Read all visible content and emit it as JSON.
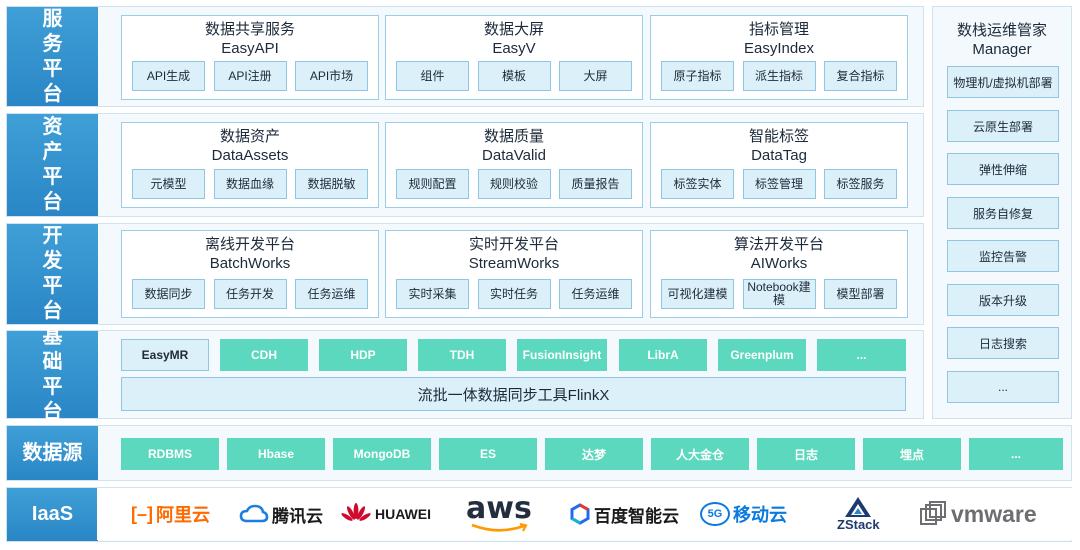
{
  "layers": {
    "service": "服务平台",
    "asset": "资产平台",
    "dev": "开发平台",
    "base": "基础平台",
    "datasource": "数据源",
    "iaas": "IaaS"
  },
  "service_modules": [
    {
      "title": "数据共享服务",
      "sub": "EasyAPI",
      "items": [
        "API生成",
        "API注册",
        "API市场"
      ]
    },
    {
      "title": "数据大屏",
      "sub": "EasyV",
      "items": [
        "组件",
        "模板",
        "大屏"
      ]
    },
    {
      "title": "指标管理",
      "sub": "EasyIndex",
      "items": [
        "原子指标",
        "派生指标",
        "复合指标"
      ]
    }
  ],
  "asset_modules": [
    {
      "title": "数据资产",
      "sub": "DataAssets",
      "items": [
        "元模型",
        "数据血缘",
        "数据脱敏"
      ]
    },
    {
      "title": "数据质量",
      "sub": "DataValid",
      "items": [
        "规则配置",
        "规则校验",
        "质量报告"
      ]
    },
    {
      "title": "智能标签",
      "sub": "DataTag",
      "items": [
        "标签实体",
        "标签管理",
        "标签服务"
      ]
    }
  ],
  "dev_modules": [
    {
      "title": "离线开发平台",
      "sub": "BatchWorks",
      "items": [
        "数据同步",
        "任务开发",
        "任务运维"
      ]
    },
    {
      "title": "实时开发平台",
      "sub": "StreamWorks",
      "items": [
        "实时采集",
        "实时任务",
        "任务运维"
      ]
    },
    {
      "title": "算法开发平台",
      "sub": "AIWorks",
      "items": [
        "可视化建模",
        "Notebook建模",
        "模型部署"
      ]
    }
  ],
  "base": {
    "first": "EasyMR",
    "items": [
      "CDH",
      "HDP",
      "TDH",
      "FusionInsight",
      "LibrA",
      "Greenplum",
      "..."
    ],
    "flinkx": "流批一体数据同步工具FlinkX"
  },
  "datasources": [
    "RDBMS",
    "Hbase",
    "MongoDB",
    "ES",
    "达梦",
    "人大金仓",
    "日志",
    "埋点",
    "..."
  ],
  "iaas_logos": {
    "aliyun": "阿里云",
    "tencent": "腾讯云",
    "huawei": "HUAWEI",
    "aws": "aws",
    "baidu": "百度智能云",
    "mobile": "移动云",
    "mobile_badge": "5G",
    "zstack": "ZStack",
    "vmware": "vmware"
  },
  "manager": {
    "title": "数栈运维管家",
    "sub": "Manager",
    "items": [
      "物理机/虚拟机部署",
      "云原生部署",
      "弹性伸缩",
      "服务自修复",
      "监控告警",
      "版本升级",
      "日志搜索",
      "..."
    ]
  },
  "colors": {
    "label_blue": "#2a86c6",
    "chip_bg": "#dcf0f9",
    "teal": "#5bd8bd",
    "aliyun": "#ff6a00",
    "tencent": "#1a7fe0",
    "huawei_red": "#cf0a2c",
    "baidu_blue": "#2468f2",
    "mobile_blue": "#0a7ae0",
    "zstack_navy": "#1e3a6e",
    "vmware_grey": "#6d6e71"
  }
}
